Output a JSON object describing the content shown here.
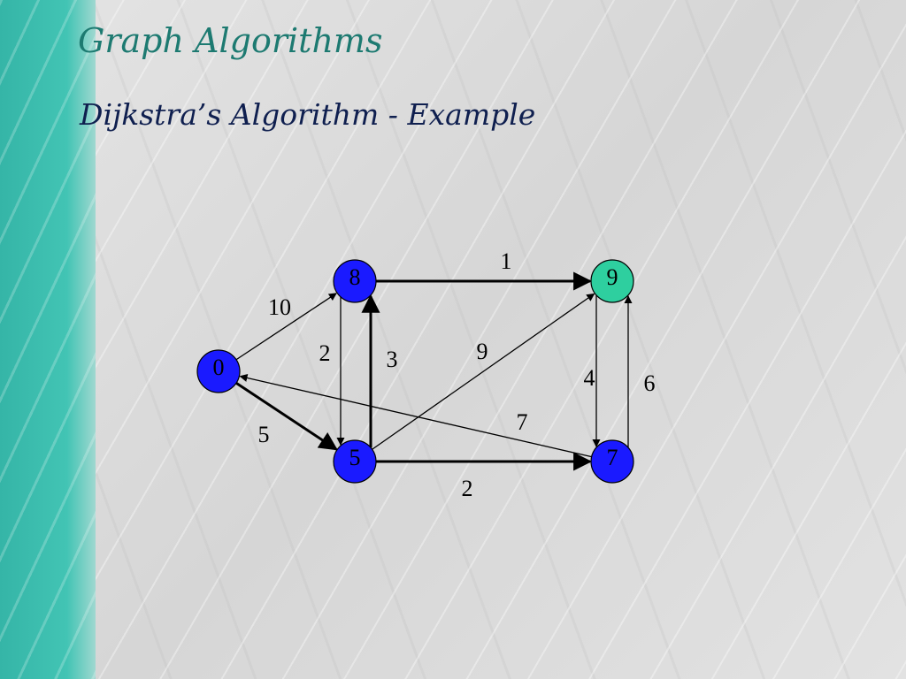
{
  "slide": {
    "title": "Graph Algorithms",
    "subtitle": "Dijkstra’s Algorithm - Example"
  },
  "colors": {
    "visited_node": "#1a1aff",
    "current_node": "#2ecf9f",
    "title_color": "#1d7a71",
    "subtitle_color": "#0f1f4f",
    "side_band": "#3dbfb0"
  },
  "graph": {
    "nodes": [
      {
        "id": "a",
        "label": "0",
        "state": "visited"
      },
      {
        "id": "b",
        "label": "8",
        "state": "visited"
      },
      {
        "id": "c",
        "label": "9",
        "state": "current"
      },
      {
        "id": "d",
        "label": "5",
        "state": "visited"
      },
      {
        "id": "e",
        "label": "7",
        "state": "visited"
      }
    ],
    "edges": [
      {
        "id": "a-b",
        "from": "a",
        "to": "b",
        "weight": "10",
        "highlighted": false
      },
      {
        "id": "a-d",
        "from": "a",
        "to": "d",
        "weight": "5",
        "highlighted": true
      },
      {
        "id": "b-c",
        "from": "b",
        "to": "c",
        "weight": "1",
        "highlighted": true
      },
      {
        "id": "b-d",
        "from": "b",
        "to": "d",
        "weight": "2",
        "highlighted": false
      },
      {
        "id": "d-b",
        "from": "d",
        "to": "b",
        "weight": "3",
        "highlighted": true
      },
      {
        "id": "d-c",
        "from": "d",
        "to": "c",
        "weight": "9",
        "highlighted": false
      },
      {
        "id": "d-e",
        "from": "d",
        "to": "e",
        "weight": "2",
        "highlighted": true
      },
      {
        "id": "c-e",
        "from": "c",
        "to": "e",
        "weight": "4",
        "highlighted": false
      },
      {
        "id": "e-c",
        "from": "e",
        "to": "c",
        "weight": "6",
        "highlighted": false
      },
      {
        "id": "e-a",
        "from": "e",
        "to": "a",
        "weight": "7",
        "highlighted": false
      }
    ]
  }
}
